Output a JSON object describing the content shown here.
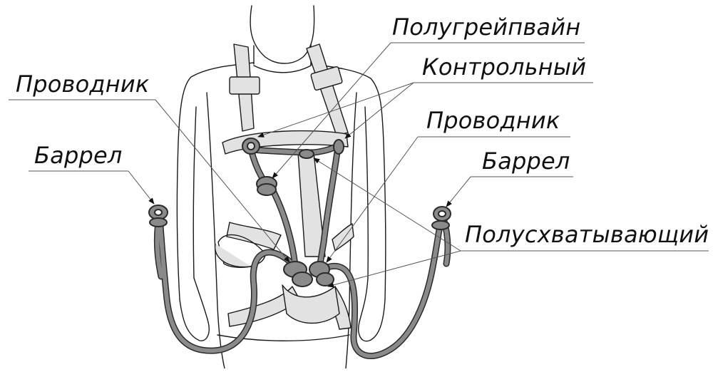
{
  "labels": {
    "polugrapevine": "Полугрейпвайн",
    "control": "Контрольный",
    "guide_left": "Проводник",
    "guide_right": "Проводник",
    "barrel_left": "Баррел",
    "barrel_right": "Баррел",
    "half_hitch": "Полусхватывающий"
  },
  "colors": {
    "rope": "#8a8a8a",
    "rope_outline": "#2a2a2a",
    "webbing": "#e2e2e2",
    "outline": "#1a1a1a",
    "leader_line": "#555555"
  }
}
